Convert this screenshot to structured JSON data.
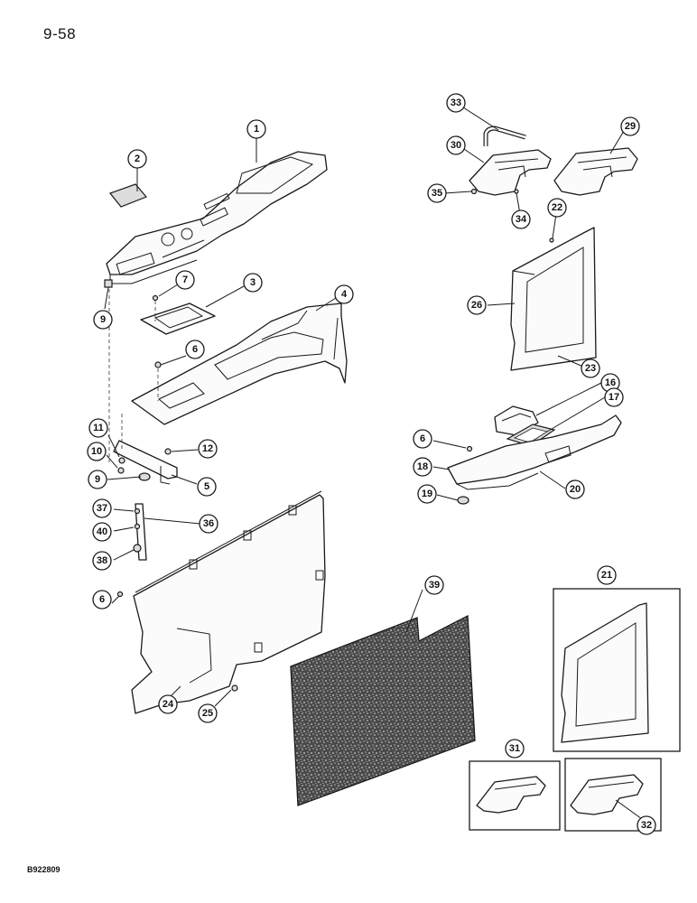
{
  "page": {
    "number": "9-58",
    "figure_code": "B922809"
  },
  "callouts": [
    "1",
    "2",
    "3",
    "4",
    "5",
    "6",
    "7",
    "9",
    "10",
    "11",
    "12",
    "16",
    "17",
    "18",
    "19",
    "20",
    "21",
    "22",
    "23",
    "24",
    "25",
    "26",
    "29",
    "30",
    "31",
    "32",
    "33",
    "34",
    "35",
    "36",
    "37",
    "38",
    "39",
    "40"
  ],
  "colors": {
    "line": "#1a1a1a",
    "paper": "#ffffff",
    "insulation": "#3a3a3a"
  }
}
